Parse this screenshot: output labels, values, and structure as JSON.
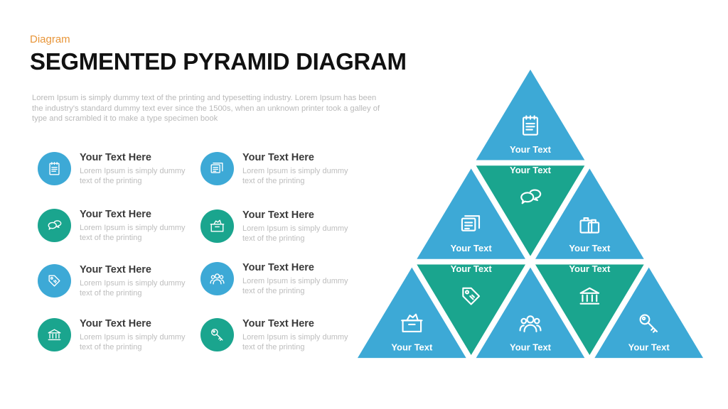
{
  "header": {
    "category": "Diagram",
    "title": "SEGMENTED PYRAMID DIAGRAM",
    "description": "Lorem Ipsum is simply dummy text of the printing and typesetting industry. Lorem Ipsum has been the industry's standard dummy text ever since the 1500s, when an unknown printer took a galley of type and scrambled it to make a type specimen book"
  },
  "colors": {
    "blue": "#3DA9D6",
    "teal": "#1AA58E",
    "accent": "#E8963A"
  },
  "items": [
    {
      "heading": "Your Text Here",
      "body": "Lorem Ipsum is simply dummy text of the printing",
      "icon": "notepad-icon",
      "color": "blue"
    },
    {
      "heading": "Your Text Here",
      "body": "Lorem Ipsum is simply dummy text of the printing",
      "icon": "chat-bubbles-icon",
      "color": "teal"
    },
    {
      "heading": "Your Text Here",
      "body": "Lorem Ipsum is simply dummy text of the printing",
      "icon": "price-tag-icon",
      "color": "blue"
    },
    {
      "heading": "Your Text Here",
      "body": "Lorem Ipsum is simply dummy text of the printing",
      "icon": "bank-icon",
      "color": "teal"
    },
    {
      "heading": "Your Text Here",
      "body": "Lorem Ipsum is simply dummy text of the printing",
      "icon": "documents-icon",
      "color": "blue"
    },
    {
      "heading": "Your Text Here",
      "body": "Lorem Ipsum is simply dummy text of the printing",
      "icon": "box-icon",
      "color": "teal"
    },
    {
      "heading": "Your Text Here",
      "body": "Lorem Ipsum is simply dummy text of the printing",
      "icon": "users-icon",
      "color": "blue"
    },
    {
      "heading": "Your Text Here",
      "body": "Lorem Ipsum is simply dummy text of the printing",
      "icon": "key-icon",
      "color": "teal"
    }
  ],
  "pyramid": {
    "segments": [
      {
        "label": "Your Text",
        "icon": "notepad-icon",
        "color": "blue"
      },
      {
        "label": "Your Text",
        "icon": "documents-icon",
        "color": "blue"
      },
      {
        "label": "Your Text",
        "icon": "chat-bubbles-icon",
        "color": "teal"
      },
      {
        "label": "Your Text",
        "icon": "suitcases-icon",
        "color": "blue"
      },
      {
        "label": "Your Text",
        "icon": "box-icon",
        "color": "blue"
      },
      {
        "label": "Your Text",
        "icon": "price-tag-icon",
        "color": "teal"
      },
      {
        "label": "Your Text",
        "icon": "users-icon",
        "color": "blue"
      },
      {
        "label": "Your Text",
        "icon": "bank-icon",
        "color": "teal"
      },
      {
        "label": "Your Text",
        "icon": "key-icon",
        "color": "blue"
      }
    ]
  }
}
